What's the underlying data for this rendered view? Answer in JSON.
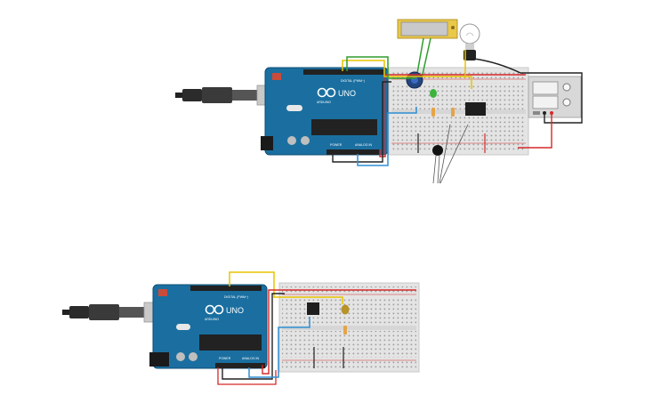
{
  "canvas": {
    "background": "#ffffff"
  },
  "circuit_top": {
    "arduino": {
      "brand": "ARDUINO",
      "model": "UNO",
      "header_digital": "DIGITAL (PWM~)",
      "header_power": "POWER",
      "header_analog": "ANALOG IN"
    },
    "components": [
      "usb-cable",
      "arduino-uno",
      "breadboard",
      "lcd-display",
      "potentiometer",
      "led-green",
      "resistor",
      "relay",
      "light-bulb",
      "power-supply",
      "buzzer"
    ]
  },
  "circuit_bottom": {
    "arduino": {
      "brand": "ARDUINO",
      "model": "UNO",
      "header_digital": "DIGITAL (PWM~)",
      "header_power": "POWER",
      "header_analog": "ANALOG IN"
    },
    "components": [
      "usb-cable",
      "arduino-uno",
      "breadboard",
      "temperature-sensor",
      "led-yellow",
      "resistor"
    ]
  },
  "colors": {
    "arduino_board": "#1a6fa0",
    "breadboard": "#e4e4e4",
    "wire_red": "#d62828",
    "wire_black": "#222222",
    "wire_yellow": "#e8c300",
    "wire_green": "#2e9e2e",
    "wire_blue": "#2f8fd4",
    "lcd_frame": "#e9c84a",
    "power_supply": "#d8d8d8"
  }
}
